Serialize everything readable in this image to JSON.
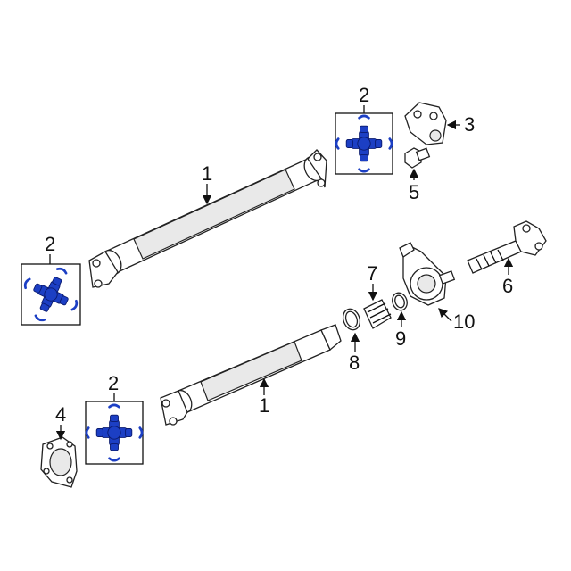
{
  "diagram": {
    "callouts": {
      "c1_upper": "1",
      "c1_lower": "1",
      "c2_right": "2",
      "c2_left": "2",
      "c2_bottom": "2",
      "c3": "3",
      "c4": "4",
      "c5": "5",
      "c6": "6",
      "c7": "7",
      "c8": "8",
      "c9": "9",
      "c10": "10"
    },
    "colors": {
      "highlight": "#1c3fc4",
      "line": "#111111",
      "background": "#ffffff"
    }
  }
}
